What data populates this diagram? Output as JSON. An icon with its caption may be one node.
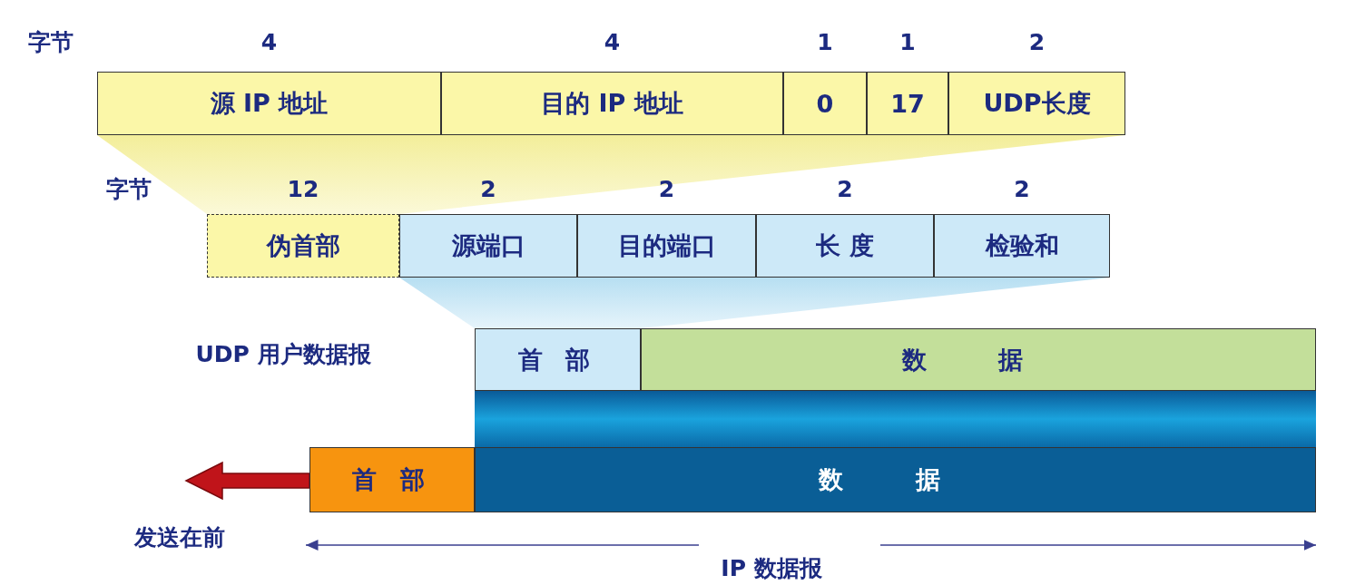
{
  "diagram": {
    "nodes": [
      {
        "text": [
          "源 IP 地址"
        ],
        "beside": [
          "4"
        ]
      },
      {
        "text": [
          "目的 IP 地址"
        ],
        "beside": [
          "4"
        ]
      },
      {
        "text": [
          "0"
        ],
        "beside": [
          "1"
        ]
      },
      {
        "text": [
          "17"
        ],
        "beside": [
          "1"
        ]
      },
      {
        "text": [
          "UDP长度"
        ],
        "beside": [
          "2"
        ]
      },
      {
        "text": [
          "伪首部"
        ],
        "beside": [
          "12"
        ]
      },
      {
        "text": [
          "源端口"
        ],
        "beside": [
          "2"
        ]
      },
      {
        "text": [
          "目的端口"
        ],
        "beside": [
          "2"
        ]
      },
      {
        "text": [
          "长 度"
        ],
        "beside": [
          "2"
        ]
      },
      {
        "text": [
          "检验和"
        ],
        "beside": [
          "2"
        ]
      },
      {
        "text": [
          "首 部"
        ]
      },
      {
        "text": [
          "数 据"
        ]
      },
      {
        "text": [
          "首 部"
        ]
      },
      {
        "text": [
          "数 据"
        ]
      }
    ],
    "labels": [
      "字节",
      "字节",
      "UDP 用户数据报",
      "发送在前",
      "IP 数据报"
    ]
  }
}
